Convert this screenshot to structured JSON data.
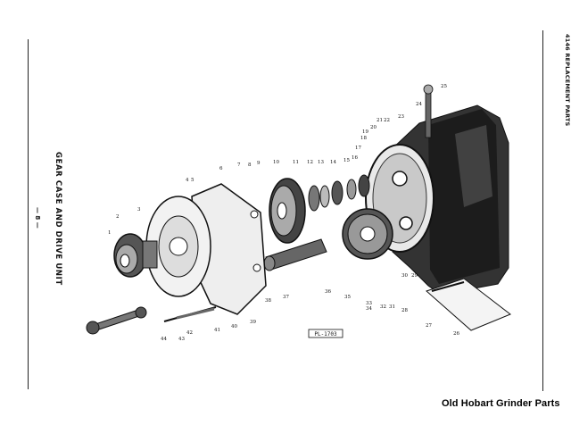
{
  "side_title_left": "GEAR CASE AND DRIVE UNIT",
  "page_number": "— 8 —",
  "side_title_right": "4146 REPLACEMENT PARTS",
  "plate_code": "PL-1703",
  "footer_text": "Old Hobart Grinder Parts",
  "callouts": [
    "1",
    "2",
    "3",
    "4",
    "5",
    "6",
    "7",
    "8",
    "9",
    "10",
    "11",
    "12",
    "13",
    "14",
    "15",
    "16",
    "17",
    "18",
    "19",
    "20",
    "21",
    "22",
    "23",
    "24",
    "25",
    "26",
    "27",
    "28",
    "29",
    "30",
    "31",
    "32",
    "33",
    "34",
    "35",
    "36",
    "37",
    "38",
    "39",
    "40",
    "41",
    "42",
    "43",
    "44"
  ]
}
